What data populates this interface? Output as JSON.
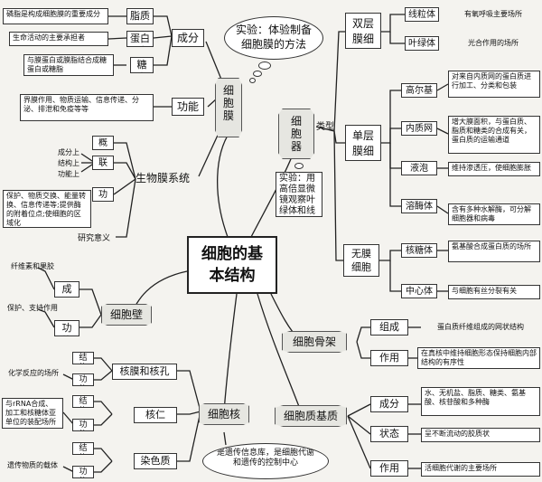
{
  "center": {
    "line1": "细胞的基",
    "line2": "本结构"
  },
  "membrane": {
    "label": "细胞膜",
    "composition_label": "成分",
    "lipid_label": "脂质",
    "lipid_note": "磷脂是构成细胞膜的重要成分",
    "protein_label": "蛋白质",
    "protein_note": "生命活动的主要承担者",
    "sugar_label": "糖类",
    "sugar_note": "与膜蛋白或膜脂结合成糖蛋白或糖脂",
    "function_label": "功能",
    "function_note": "界膜作用、物质运输、信息传递、分泌、排泄和免疫等等"
  },
  "biomembrane": {
    "label": "生物膜系统",
    "concept": "概念",
    "connection": "联系",
    "conn_structure": "成分上",
    "conn_composition": "结构上",
    "conn_function": "功能上",
    "function": "功能",
    "function_note": "保护、物质交换、能量转换、信息传递等;提供酶的附着位点;使细胞的区域化",
    "significance": "研究意义"
  },
  "experiment1": {
    "line1": "实验：体验制备",
    "line2": "细胞膜的方法"
  },
  "experiment2": {
    "text": "实验：用高倍显微镜观察叶绿体和线粒体"
  },
  "organelle": {
    "label": "细胞器",
    "type_label": "类型",
    "double": {
      "label": "双层膜细胞器",
      "items": [
        {
          "name": "线粒体",
          "note": "有氧呼吸主要场所"
        },
        {
          "name": "叶绿体",
          "note": "光合作用的场所"
        }
      ]
    },
    "single": {
      "label": "单层膜细胞器",
      "items": [
        {
          "name": "高尔基体",
          "note": "对来自内质网的蛋白质进行加工、分类和包装"
        },
        {
          "name": "内质网",
          "note": "增大膜面积，与蛋白质、脂质和糖类的合成有关，蛋白质的运输通道"
        },
        {
          "name": "液泡",
          "note": "维持渗透压，使细胞膨胀"
        },
        {
          "name": "溶酶体",
          "note": "含有多种水解酶，可分解细胞器和病毒"
        }
      ]
    },
    "none": {
      "label": "无膜细胞器",
      "items": [
        {
          "name": "核糖体",
          "note": "氨基酸合成蛋白质的场所"
        },
        {
          "name": "中心体",
          "note": "与细胞有丝分裂有关"
        }
      ]
    }
  },
  "cellwall": {
    "label": "细胞壁",
    "composition_label": "成分",
    "composition_note": "纤维素和果胶",
    "function_label": "功能",
    "function_note": "保护、支持作用"
  },
  "cytoskeleton": {
    "label": "细胞骨架",
    "composition_label": "组成",
    "composition_note": "蛋白质纤维组成的网状结构",
    "role_label": "作用",
    "role_note": "在真核中维持细胞形态保持细胞内部结构的有序性"
  },
  "matrix": {
    "label": "细胞质基质",
    "composition_label": "成分",
    "composition_note": "水、无机盐、脂质、糖类、氨基酸、核苷酸和多种酶",
    "state_label": "状态",
    "state_note": "呈不断流动的胶质状",
    "role_label": "作用",
    "role_note": "活细胞代谢的主要场所"
  },
  "nucleus": {
    "label": "细胞核",
    "center_note": "是遗传信息库，是细胞代谢和遗传的控制中心",
    "envelope": {
      "label": "核膜和核孔",
      "structure": "结构",
      "function": "功能",
      "function_note": "化学反应的场所"
    },
    "nucleolus": {
      "label": "核仁",
      "structure": "结构",
      "function": "功能",
      "function_note": "与rRNA合成、加工和核糖体亚单位的装配场所"
    },
    "chromatin": {
      "label": "染色质",
      "structure": "结构",
      "function": "功能",
      "function_note": "遗传物质的载体"
    }
  }
}
